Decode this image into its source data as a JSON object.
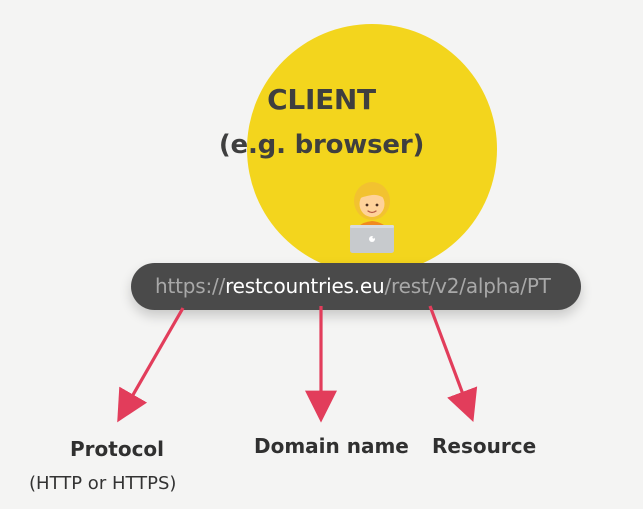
{
  "client": {
    "title": "CLIENT",
    "subtitle": "(e.g. browser)",
    "avatar_icon": "person-with-laptop-icon"
  },
  "url": {
    "protocol": "https://",
    "domain": "restcountries.eu",
    "resource": "/rest/v2/alpha/PT"
  },
  "labels": {
    "protocol": "Protocol",
    "protocol_note": "(HTTP or HTTPS)",
    "domain": "Domain name",
    "resource": "Resource"
  },
  "colors": {
    "background": "#f4f4f3",
    "client_circle": "#f3d51d",
    "url_bar": "#4a4a4a",
    "url_domain": "#ffffff",
    "url_muted": "#a8a8a8",
    "arrow": "#e23d5b",
    "text_dark": "#303030"
  }
}
